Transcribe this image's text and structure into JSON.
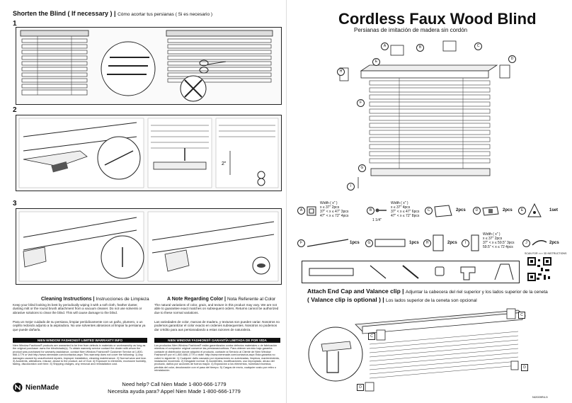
{
  "left": {
    "shorten_title": "Shorten the Blind ( If necessary )",
    "shorten_sub": "Cómo acortar tus persianas ( Si es necesario )",
    "steps": [
      "1",
      "2",
      "3"
    ],
    "dim_label": "2\"",
    "cleaning_title": "Cleaning Instructions",
    "cleaning_title_es": "Instrucciones de Limpieza",
    "cleaning_en": "Keep your blind looking its best by periodically wiping it with a soft cloth, feather duster, dusting mitt or the round brush attachment from a vacuum cleaner. Do not use solvents or abrasive solutions to clean the blind. This will cause damage to the blind.",
    "cleaning_es": "Para un mejor cuidado de su persiana, limpiar periódicamente con un paño, plumero, o un cepillo redondo adjunto a la aspiradora. No use solventes abrasivos al limpiar la persiana ya que puede dañarla.",
    "note_title": "A Note Regarding Color",
    "note_title_es": "Nota Referente al Color",
    "note_en": "The natural variations of color, grain, and texture in this product may vary. We are not able to guarantee exact matches on subsequent orders. Returns cannot be authorized due to these normal variations.",
    "note_es": "Las variedades de color, marcas de madera, y texturas son pueden variar. Nosotros no podemos garantizar el color exacto en ordenes subsequentes. Nosotros no podemos dar crédito para aus persianadando a estas razones de naturaleza.",
    "warranty_title": "NIEN WINDOW FASHIONS® LIMITED WARRANTY INFO",
    "warranty_en": "Nien Window Fashions® products are warranted to be free from defects in materials or workmanship as long as the original purchaser owns the blind/shade(s). To obtain warranty service contact the dealer with whom the product was purchased for warranty assistance, contact Nien Window Fashions® Customer Service at 1-800-666-1779 or visit http://www.nienmade.com/contactus.aspx This warranty does not cover the following: 1) Any damages caused by unauthorized repairs, improper installation, cleaning maintenance. 2) Normal wear and tear. 3) Accidents, alterations, misuse, abuse to the product, act of God. 4) Exposure to elements, excessive humidity, fading, discoloration over time. 5) Shipping charges, any removal and reinstallation cost.",
    "warranty_title_es": "NIEN WINDOW FASHIONS® GARANTÍA LIMITADA DE POR VIDA",
    "warranty_es": "Los productos Nien Window Fashions® están garantizados contra defectos materiales o de fabricación mientras el comprador original conserve las persianas/cortinas. Para obtener servicio bajo garantía contacte al distribuidor donde adquirió el producto, contacte al Servicio al Cliente de Nien Window Fashions® por el 1-800-666-1779 o visite: http://www.nienmade.com/contactus.aspx Esta garantía no cubre lo siguiente: 1) Cualquier daño causado por reparaciones no autorizadas, limpieza, mantenimiento, instalación incorrecta. 2) Desgaste normal. 3) Accidentes, modificaciones, uso impropiado, abuso del producto, daños por acciones de fuerza mayor. 4) Exposición a los elementos, humedad excesiva, pérdida del color, decoloración con el paso del tiempo. 5) Cargos de envío, cualquier costo por retiro o reinstalación.",
    "brand": "NienMade",
    "help_en": "Need help? Call Nien Made 1-800-666-1779",
    "help_es": "Necesita ayuda para? Appel Nien Made 1-800-666-1779"
  },
  "right": {
    "title": "Cordless Faux Wood Blind",
    "subtitle": "Persianas de imitación de madera sin cordón",
    "diagram_labels": [
      "A",
      "B",
      "C",
      "D",
      "E",
      "F",
      "G",
      "H",
      "I"
    ],
    "parts": [
      {
        "letter": "A",
        "lines": [
          "Width ( x\" )",
          "x ≤ 37\"  2pcs",
          "37\" < x ≤ 47\" 3pcs",
          "47\" < x ≤ 72\" 4pcs"
        ]
      },
      {
        "letter": "B",
        "lines": [
          "Width ( x\" )",
          "x ≤ 37\"  4pcs",
          "37\" < x ≤ 47\" 6pcs",
          "47\" < x ≤ 72\" 8pcs"
        ]
      },
      {
        "letter": "C",
        "count": "2pcs"
      },
      {
        "letter": "D",
        "count": "2pcs"
      },
      {
        "letter": "E",
        "count": "1set"
      },
      {
        "letter": "F",
        "count": "1pcs"
      },
      {
        "letter": "G",
        "count": "1pcs"
      },
      {
        "letter": "H",
        "count": "2pcs"
      },
      {
        "letter": "I",
        "lines": [
          "Width ( x\" )",
          "x ≤ 37\"  2pcs",
          "37\" < x ≤ 59.5\" 3pcs",
          "59.5\" < x ≤ 72 4pcs"
        ]
      },
      {
        "letter": "J",
        "count": "2pcs"
      }
    ],
    "screw_size": "1 1/4\"",
    "qr_caption": "SCAN FOR >>> 3D INSTRUCTIONS",
    "attach_title": "Attach End Cap and Valance clip",
    "attach_title_es": "Adjuntar la cabecera del riel superior y los lados superior de la ceneta",
    "valance_optional": "( Valance clip is optional )",
    "valance_optional_es": "Los lados superior de la ceneta son opcional",
    "doc_code": "NI2009R4-5"
  }
}
